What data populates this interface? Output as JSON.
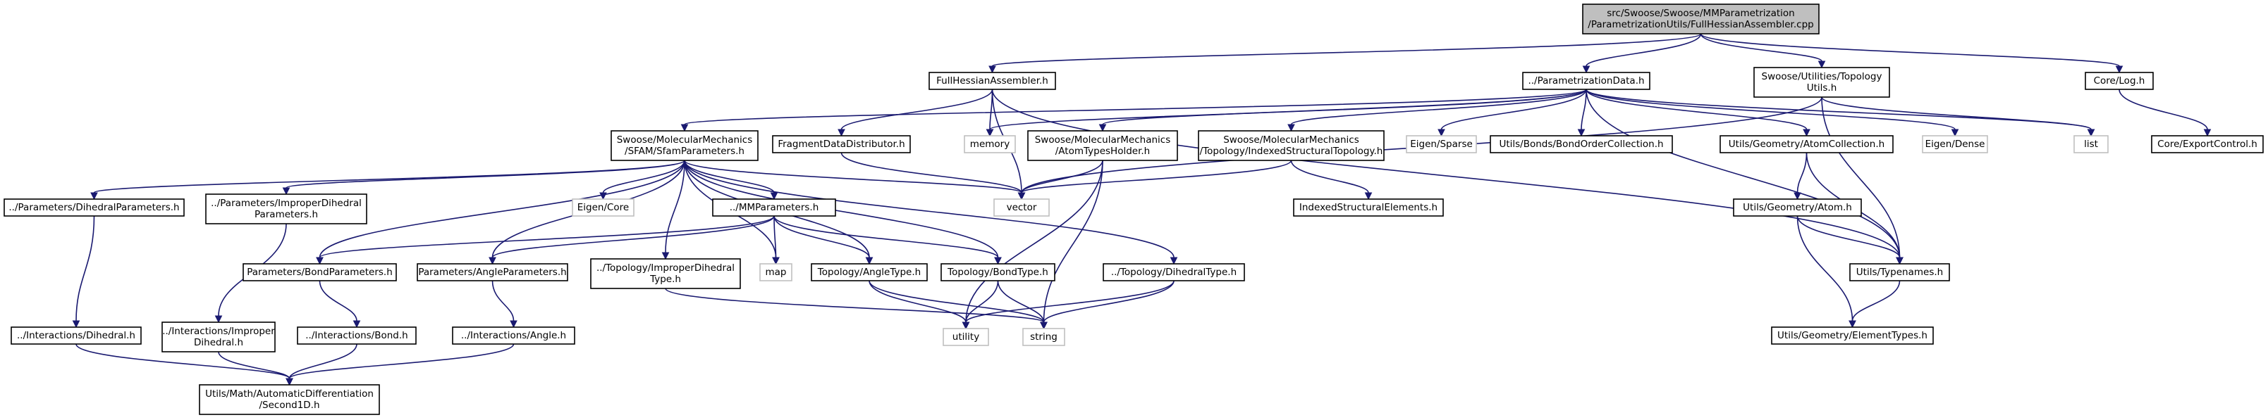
{
  "graph": {
    "nodes": [
      {
        "id": "root",
        "kind": "root",
        "lines": [
          "src/Swoose/Swoose/MMParametrization",
          "/ParametrizationUtils/FullHessianAssembler.cpp"
        ]
      },
      {
        "id": "fha",
        "kind": "file",
        "lines": [
          "FullHessianAssembler.h"
        ]
      },
      {
        "id": "pd",
        "kind": "file",
        "lines": [
          "../ParametrizationData.h"
        ]
      },
      {
        "id": "topoutils",
        "kind": "file",
        "lines": [
          "Swoose/Utilities/Topology",
          "Utils.h"
        ]
      },
      {
        "id": "log",
        "kind": "file",
        "lines": [
          "Core/Log.h"
        ]
      },
      {
        "id": "sfam",
        "kind": "file",
        "lines": [
          "Swoose/MolecularMechanics",
          "/SFAM/SfamParameters.h"
        ]
      },
      {
        "id": "fdd",
        "kind": "file",
        "lines": [
          "FragmentDataDistributor.h"
        ]
      },
      {
        "id": "memory",
        "kind": "system",
        "lines": [
          "memory"
        ]
      },
      {
        "id": "ath",
        "kind": "file",
        "lines": [
          "Swoose/MolecularMechanics",
          "/AtomTypesHolder.h"
        ]
      },
      {
        "id": "ist",
        "kind": "file",
        "lines": [
          "Swoose/MolecularMechanics",
          "/Topology/IndexedStructuralTopology.h"
        ]
      },
      {
        "id": "esparse",
        "kind": "system",
        "lines": [
          "Eigen/Sparse"
        ]
      },
      {
        "id": "boc",
        "kind": "file",
        "lines": [
          "Utils/Bonds/BondOrderCollection.h"
        ]
      },
      {
        "id": "ac",
        "kind": "file",
        "lines": [
          "Utils/Geometry/AtomCollection.h"
        ]
      },
      {
        "id": "edense",
        "kind": "system",
        "lines": [
          "Eigen/Dense"
        ]
      },
      {
        "id": "list",
        "kind": "system",
        "lines": [
          "list"
        ]
      },
      {
        "id": "exportctl",
        "kind": "file",
        "lines": [
          "Core/ExportControl.h"
        ]
      },
      {
        "id": "dihp",
        "kind": "file",
        "lines": [
          "../Parameters/DihedralParameters.h"
        ]
      },
      {
        "id": "impp",
        "kind": "file",
        "lines": [
          "../Parameters/ImproperDihedral",
          "Parameters.h"
        ]
      },
      {
        "id": "ecore",
        "kind": "system",
        "lines": [
          "Eigen/Core"
        ]
      },
      {
        "id": "mmp",
        "kind": "file",
        "lines": [
          "../MMParameters.h"
        ]
      },
      {
        "id": "vector",
        "kind": "system",
        "lines": [
          "vector"
        ]
      },
      {
        "id": "ise",
        "kind": "file",
        "lines": [
          "IndexedStructuralElements.h"
        ]
      },
      {
        "id": "atom",
        "kind": "file",
        "lines": [
          "Utils/Geometry/Atom.h"
        ]
      },
      {
        "id": "bondp",
        "kind": "file",
        "lines": [
          "Parameters/BondParameters.h"
        ]
      },
      {
        "id": "anglep",
        "kind": "file",
        "lines": [
          "Parameters/AngleParameters.h"
        ]
      },
      {
        "id": "map",
        "kind": "system",
        "lines": [
          "map"
        ]
      },
      {
        "id": "itype",
        "kind": "file",
        "lines": [
          "../Topology/ImproperDihedral",
          "Type.h"
        ]
      },
      {
        "id": "atype",
        "kind": "file",
        "lines": [
          "Topology/AngleType.h"
        ]
      },
      {
        "id": "btype",
        "kind": "file",
        "lines": [
          "Topology/BondType.h"
        ]
      },
      {
        "id": "dtype",
        "kind": "file",
        "lines": [
          "../Topology/DihedralType.h"
        ]
      },
      {
        "id": "typenames",
        "kind": "file",
        "lines": [
          "Utils/Typenames.h"
        ]
      },
      {
        "id": "idih",
        "kind": "file",
        "lines": [
          "../Interactions/Dihedral.h"
        ]
      },
      {
        "id": "iimp",
        "kind": "file",
        "lines": [
          "../Interactions/Improper",
          "Dihedral.h"
        ]
      },
      {
        "id": "ibond",
        "kind": "file",
        "lines": [
          "../Interactions/Bond.h"
        ]
      },
      {
        "id": "iangle",
        "kind": "file",
        "lines": [
          "../Interactions/Angle.h"
        ]
      },
      {
        "id": "utility",
        "kind": "system",
        "lines": [
          "utility"
        ]
      },
      {
        "id": "string",
        "kind": "system",
        "lines": [
          "string"
        ]
      },
      {
        "id": "elemtypes",
        "kind": "file",
        "lines": [
          "Utils/Geometry/ElementTypes.h"
        ]
      },
      {
        "id": "autodiff",
        "kind": "file",
        "lines": [
          "Utils/Math/AutomaticDifferentiation",
          "/Second1D.h"
        ]
      }
    ],
    "edges": [
      [
        "root",
        "fha"
      ],
      [
        "root",
        "pd"
      ],
      [
        "root",
        "topoutils"
      ],
      [
        "root",
        "log"
      ],
      [
        "fha",
        "fdd"
      ],
      [
        "fha",
        "memory"
      ],
      [
        "fha",
        "vector"
      ],
      [
        "fha",
        "typenames"
      ],
      [
        "pd",
        "sfam"
      ],
      [
        "pd",
        "memory"
      ],
      [
        "pd",
        "ath"
      ],
      [
        "pd",
        "ist"
      ],
      [
        "pd",
        "esparse"
      ],
      [
        "pd",
        "boc"
      ],
      [
        "pd",
        "ac"
      ],
      [
        "pd",
        "edense"
      ],
      [
        "pd",
        "list"
      ],
      [
        "pd",
        "typenames"
      ],
      [
        "topoutils",
        "vector"
      ],
      [
        "topoutils",
        "list"
      ],
      [
        "topoutils",
        "typenames"
      ],
      [
        "log",
        "exportctl"
      ],
      [
        "sfam",
        "dihp"
      ],
      [
        "sfam",
        "impp"
      ],
      [
        "sfam",
        "ecore"
      ],
      [
        "sfam",
        "mmp"
      ],
      [
        "sfam",
        "map"
      ],
      [
        "sfam",
        "vector"
      ],
      [
        "sfam",
        "bondp"
      ],
      [
        "sfam",
        "anglep"
      ],
      [
        "sfam",
        "itype"
      ],
      [
        "sfam",
        "atype"
      ],
      [
        "sfam",
        "btype"
      ],
      [
        "sfam",
        "dtype"
      ],
      [
        "fdd",
        "vector"
      ],
      [
        "ath",
        "vector"
      ],
      [
        "ath",
        "utility"
      ],
      [
        "ath",
        "string"
      ],
      [
        "ist",
        "vector"
      ],
      [
        "ist",
        "ise"
      ],
      [
        "ac",
        "atom"
      ],
      [
        "ac",
        "typenames"
      ],
      [
        "atom",
        "typenames"
      ],
      [
        "atom",
        "elemtypes"
      ],
      [
        "typenames",
        "elemtypes"
      ],
      [
        "mmp",
        "bondp"
      ],
      [
        "mmp",
        "anglep"
      ],
      [
        "mmp",
        "map"
      ],
      [
        "mmp",
        "atype"
      ],
      [
        "mmp",
        "btype"
      ],
      [
        "dihp",
        "idih"
      ],
      [
        "impp",
        "iimp"
      ],
      [
        "bondp",
        "ibond"
      ],
      [
        "anglep",
        "iangle"
      ],
      [
        "itype",
        "string"
      ],
      [
        "atype",
        "utility"
      ],
      [
        "atype",
        "string"
      ],
      [
        "btype",
        "utility"
      ],
      [
        "btype",
        "string"
      ],
      [
        "dtype",
        "utility"
      ],
      [
        "dtype",
        "string"
      ],
      [
        "idih",
        "autodiff"
      ],
      [
        "iimp",
        "autodiff"
      ],
      [
        "ibond",
        "autodiff"
      ],
      [
        "iangle",
        "autodiff"
      ]
    ]
  }
}
